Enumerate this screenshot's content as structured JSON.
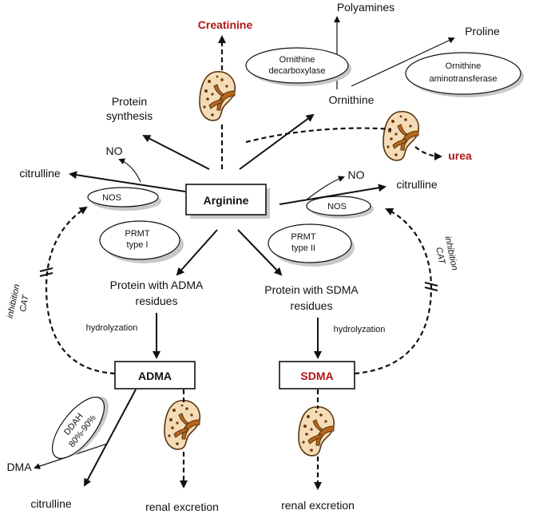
{
  "nodes": {
    "arginine": "Arginine",
    "adma": "ADMA",
    "sdma": "SDMA",
    "creatinine": "Creatinine",
    "polyamines": "Polyamines",
    "proline": "Proline",
    "ornithine": "Ornithine",
    "urea": "urea",
    "protein_synthesis_1": "Protein",
    "protein_synthesis_2": "synthesis",
    "no_left": "NO",
    "no_right": "NO",
    "citrulline_left": "citrulline",
    "citrulline_right": "citrulline",
    "citrulline_bottom": "citrulline",
    "protein_adma_1": "Protein with ADMA",
    "protein_adma_2": "residues",
    "protein_sdma_1": "Protein with SDMA",
    "protein_sdma_2": "residues",
    "hydrolyzation_left": "hydrolyzation",
    "hydrolyzation_right": "hydrolyzation",
    "dma": "DMA",
    "renal_excretion_left": "renal excretion",
    "renal_excretion_right": "renal excretion",
    "inhibition_left_1": "inhibition",
    "inhibition_left_2": "CAT",
    "inhibition_right_1": "inhibition",
    "inhibition_right_2": "CAT"
  },
  "enzymes": {
    "ornithine_decarboxylase_1": "Ornithine",
    "ornithine_decarboxylase_2": "decarboxylase",
    "ornithine_aminotransferase_1": "Ornithine",
    "ornithine_aminotransferase_2": "aminotransferase",
    "nos_left": "NOS",
    "nos_right": "NOS",
    "prmt1_1": "PRMT",
    "prmt1_2": "type I",
    "prmt2_1": "PRMT",
    "prmt2_2": "type II",
    "ddah_1": "DDAH",
    "ddah_2": "80%-90%"
  },
  "colors": {
    "highlight": "#b01616",
    "kidney_outer": "#f3dcb6",
    "kidney_inner": "#b8661c"
  },
  "icons": [
    "kidney-icon"
  ]
}
